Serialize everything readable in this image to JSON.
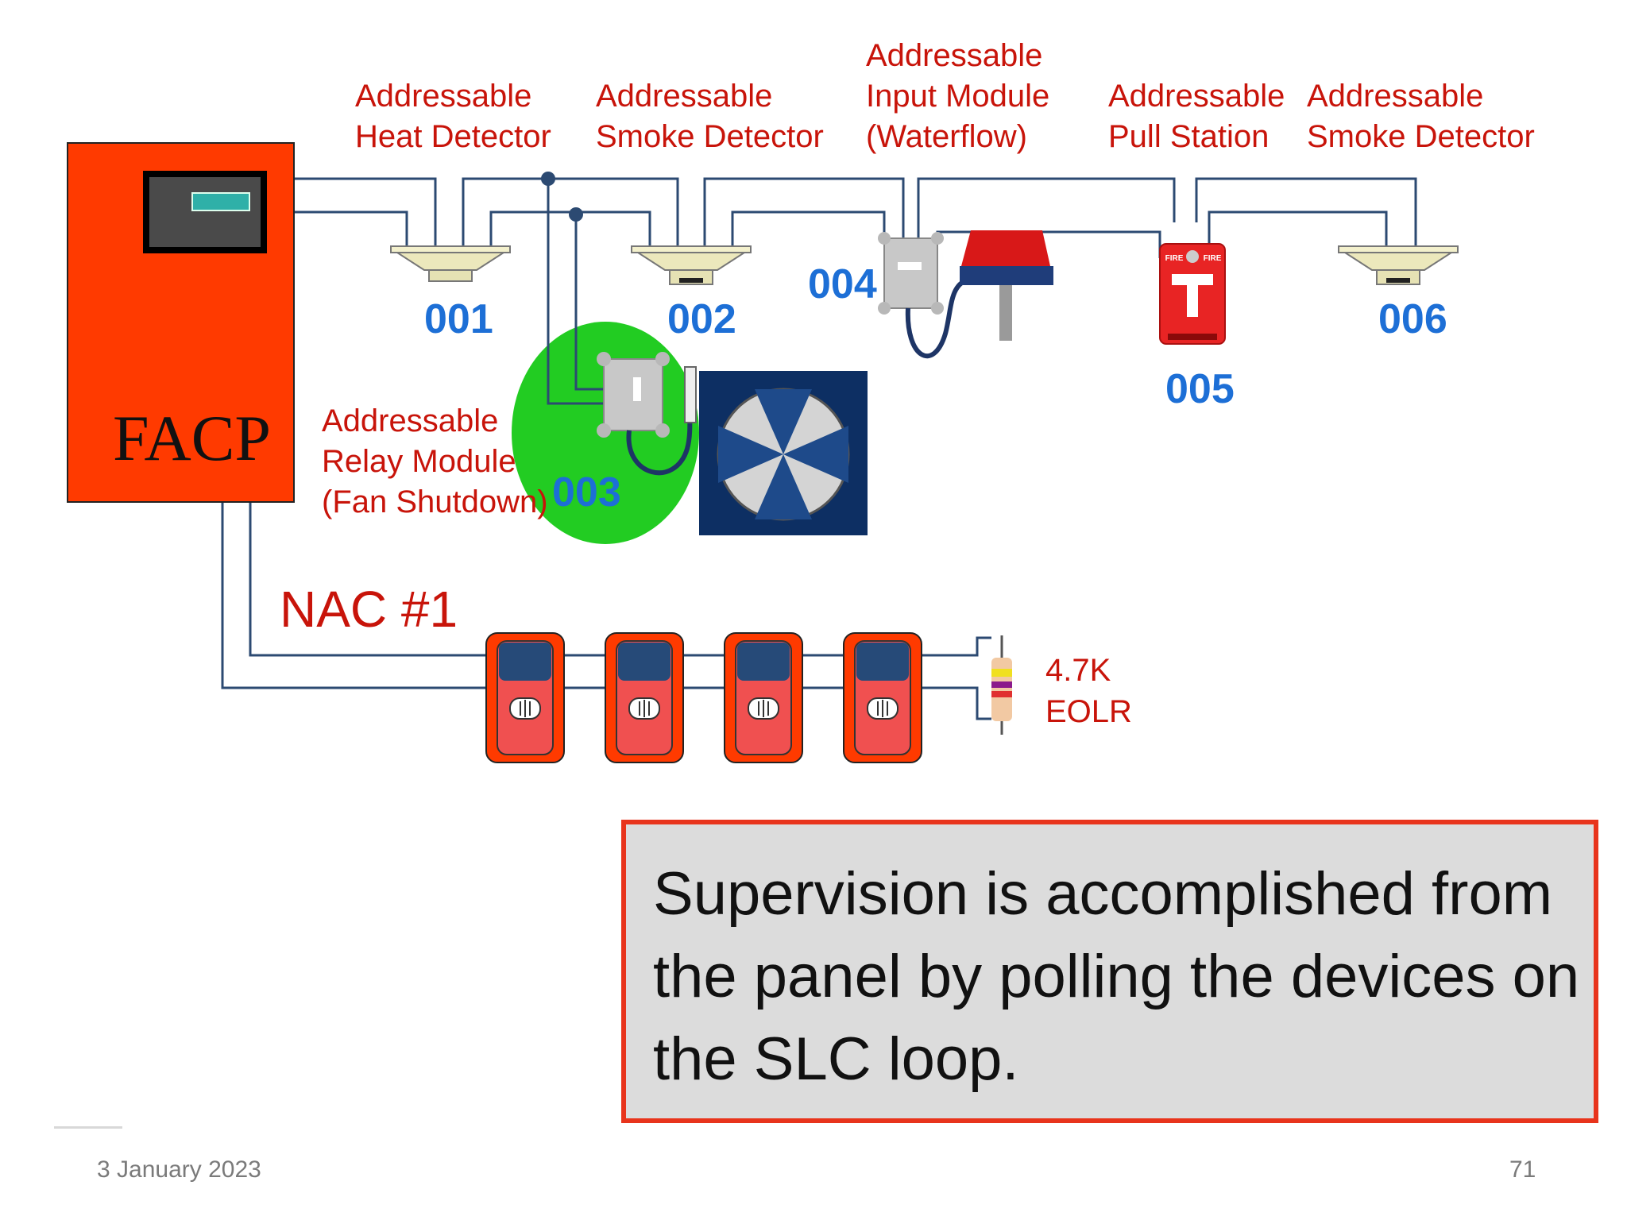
{
  "panel": {
    "label": "FACP"
  },
  "devices": [
    {
      "name": [
        "Addressable",
        "Heat Detector"
      ],
      "address": "001"
    },
    {
      "name": [
        "Addressable",
        "Smoke Detector"
      ],
      "address": "002"
    },
    {
      "name": [
        "Addressable",
        "Relay Module",
        "(Fan Shutdown)"
      ],
      "address": "003"
    },
    {
      "name": [
        "Addressable",
        "Input Module",
        "(Waterflow)"
      ],
      "address": "004"
    },
    {
      "name": [
        "Addressable",
        "Pull Station"
      ],
      "address": "005"
    },
    {
      "name": [
        "Addressable",
        "Smoke Detector"
      ],
      "address": "006"
    }
  ],
  "nac": {
    "label": "NAC #1",
    "eolr_value": "4.7K",
    "eolr_label": "EOLR",
    "appliance_count": 4
  },
  "pull_station_text": {
    "top_left": "FIRE",
    "top_right": "FIRE"
  },
  "note": "Supervision is accomplished from the panel by polling the devices on the SLC loop.",
  "footer": {
    "date": "3 January 2023",
    "page": "71"
  },
  "colors": {
    "panel": "#ff3a00",
    "label_red": "#c8140a",
    "address_blue": "#1d6fd6",
    "wire": "#2c4a72",
    "relay_highlight": "#22cc22",
    "fan_box": "#0d2f63",
    "note_border": "#e8341c"
  }
}
